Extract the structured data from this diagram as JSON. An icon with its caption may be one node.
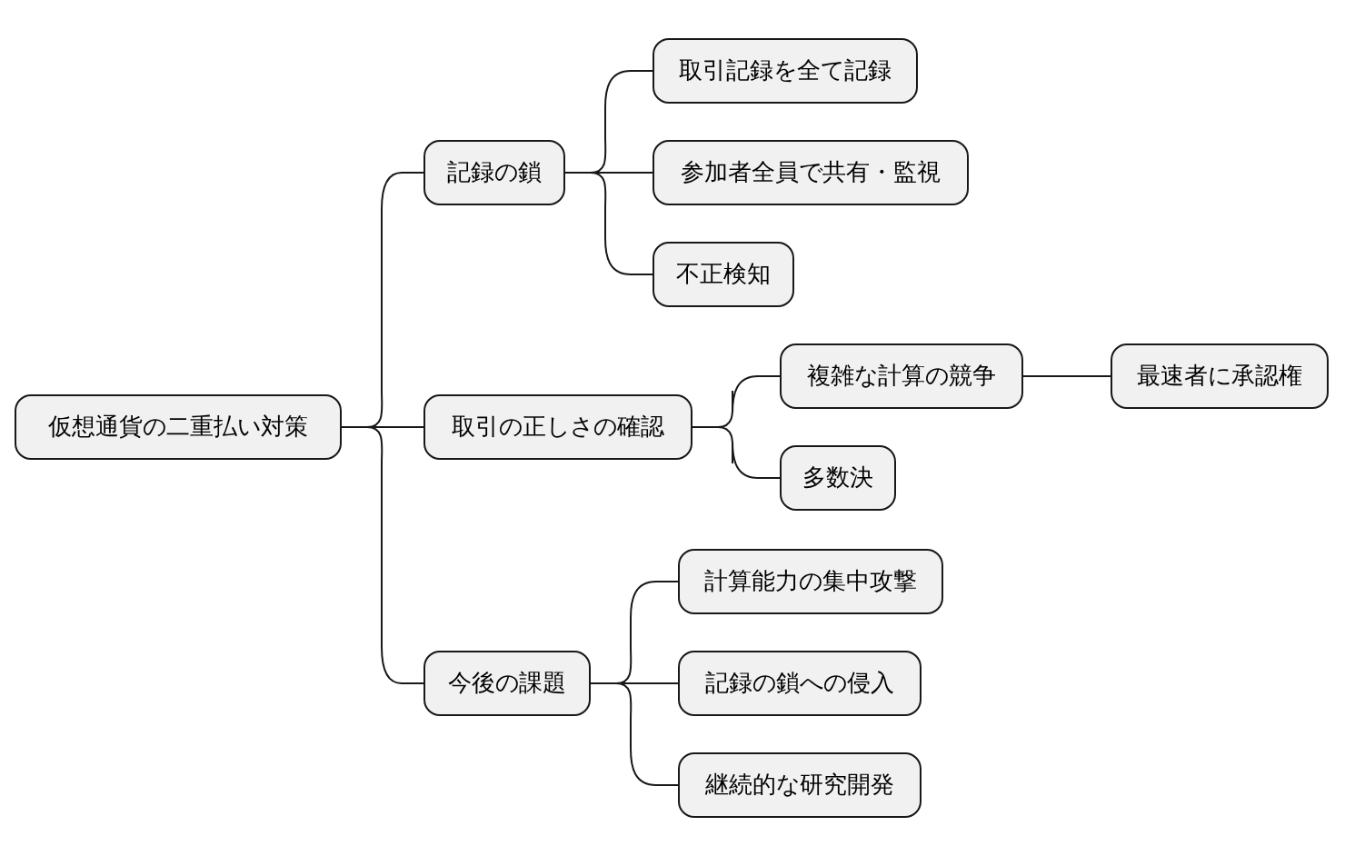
{
  "diagram": {
    "nodes": [
      {
        "text": [
          "仮想通貨の二重払い対策"
        ]
      },
      {
        "text": [
          "記録の鎖"
        ]
      },
      {
        "text": [
          "取引記録を全て記録"
        ]
      },
      {
        "text": [
          "参加者全員で共有・監視"
        ]
      },
      {
        "text": [
          "不正検知"
        ]
      },
      {
        "text": [
          "取引の正しさの確認"
        ]
      },
      {
        "text": [
          "複雑な計算の競争"
        ]
      },
      {
        "text": [
          "最速者に承認権"
        ]
      },
      {
        "text": [
          "多数決"
        ]
      },
      {
        "text": [
          "今後の課題"
        ]
      },
      {
        "text": [
          "計算能力の集中攻撃"
        ]
      },
      {
        "text": [
          "記録の鎖への侵入"
        ]
      },
      {
        "text": [
          "継続的な研究開発"
        ]
      }
    ],
    "edges": [
      {
        "from": 0,
        "to": 1,
        "arrow": "none"
      },
      {
        "from": 1,
        "to": 2,
        "arrow": "none"
      },
      {
        "from": 1,
        "to": 3,
        "arrow": "none"
      },
      {
        "from": 1,
        "to": 4,
        "arrow": "none"
      },
      {
        "from": 0,
        "to": 5,
        "arrow": "none"
      },
      {
        "from": 5,
        "to": 6,
        "arrow": "none"
      },
      {
        "from": 6,
        "to": 7,
        "arrow": "none"
      },
      {
        "from": 5,
        "to": 8,
        "arrow": "none"
      },
      {
        "from": 0,
        "to": 9,
        "arrow": "none"
      },
      {
        "from": 9,
        "to": 10,
        "arrow": "none"
      },
      {
        "from": 9,
        "to": 11,
        "arrow": "none"
      },
      {
        "from": 9,
        "to": 12,
        "arrow": "none"
      }
    ]
  }
}
